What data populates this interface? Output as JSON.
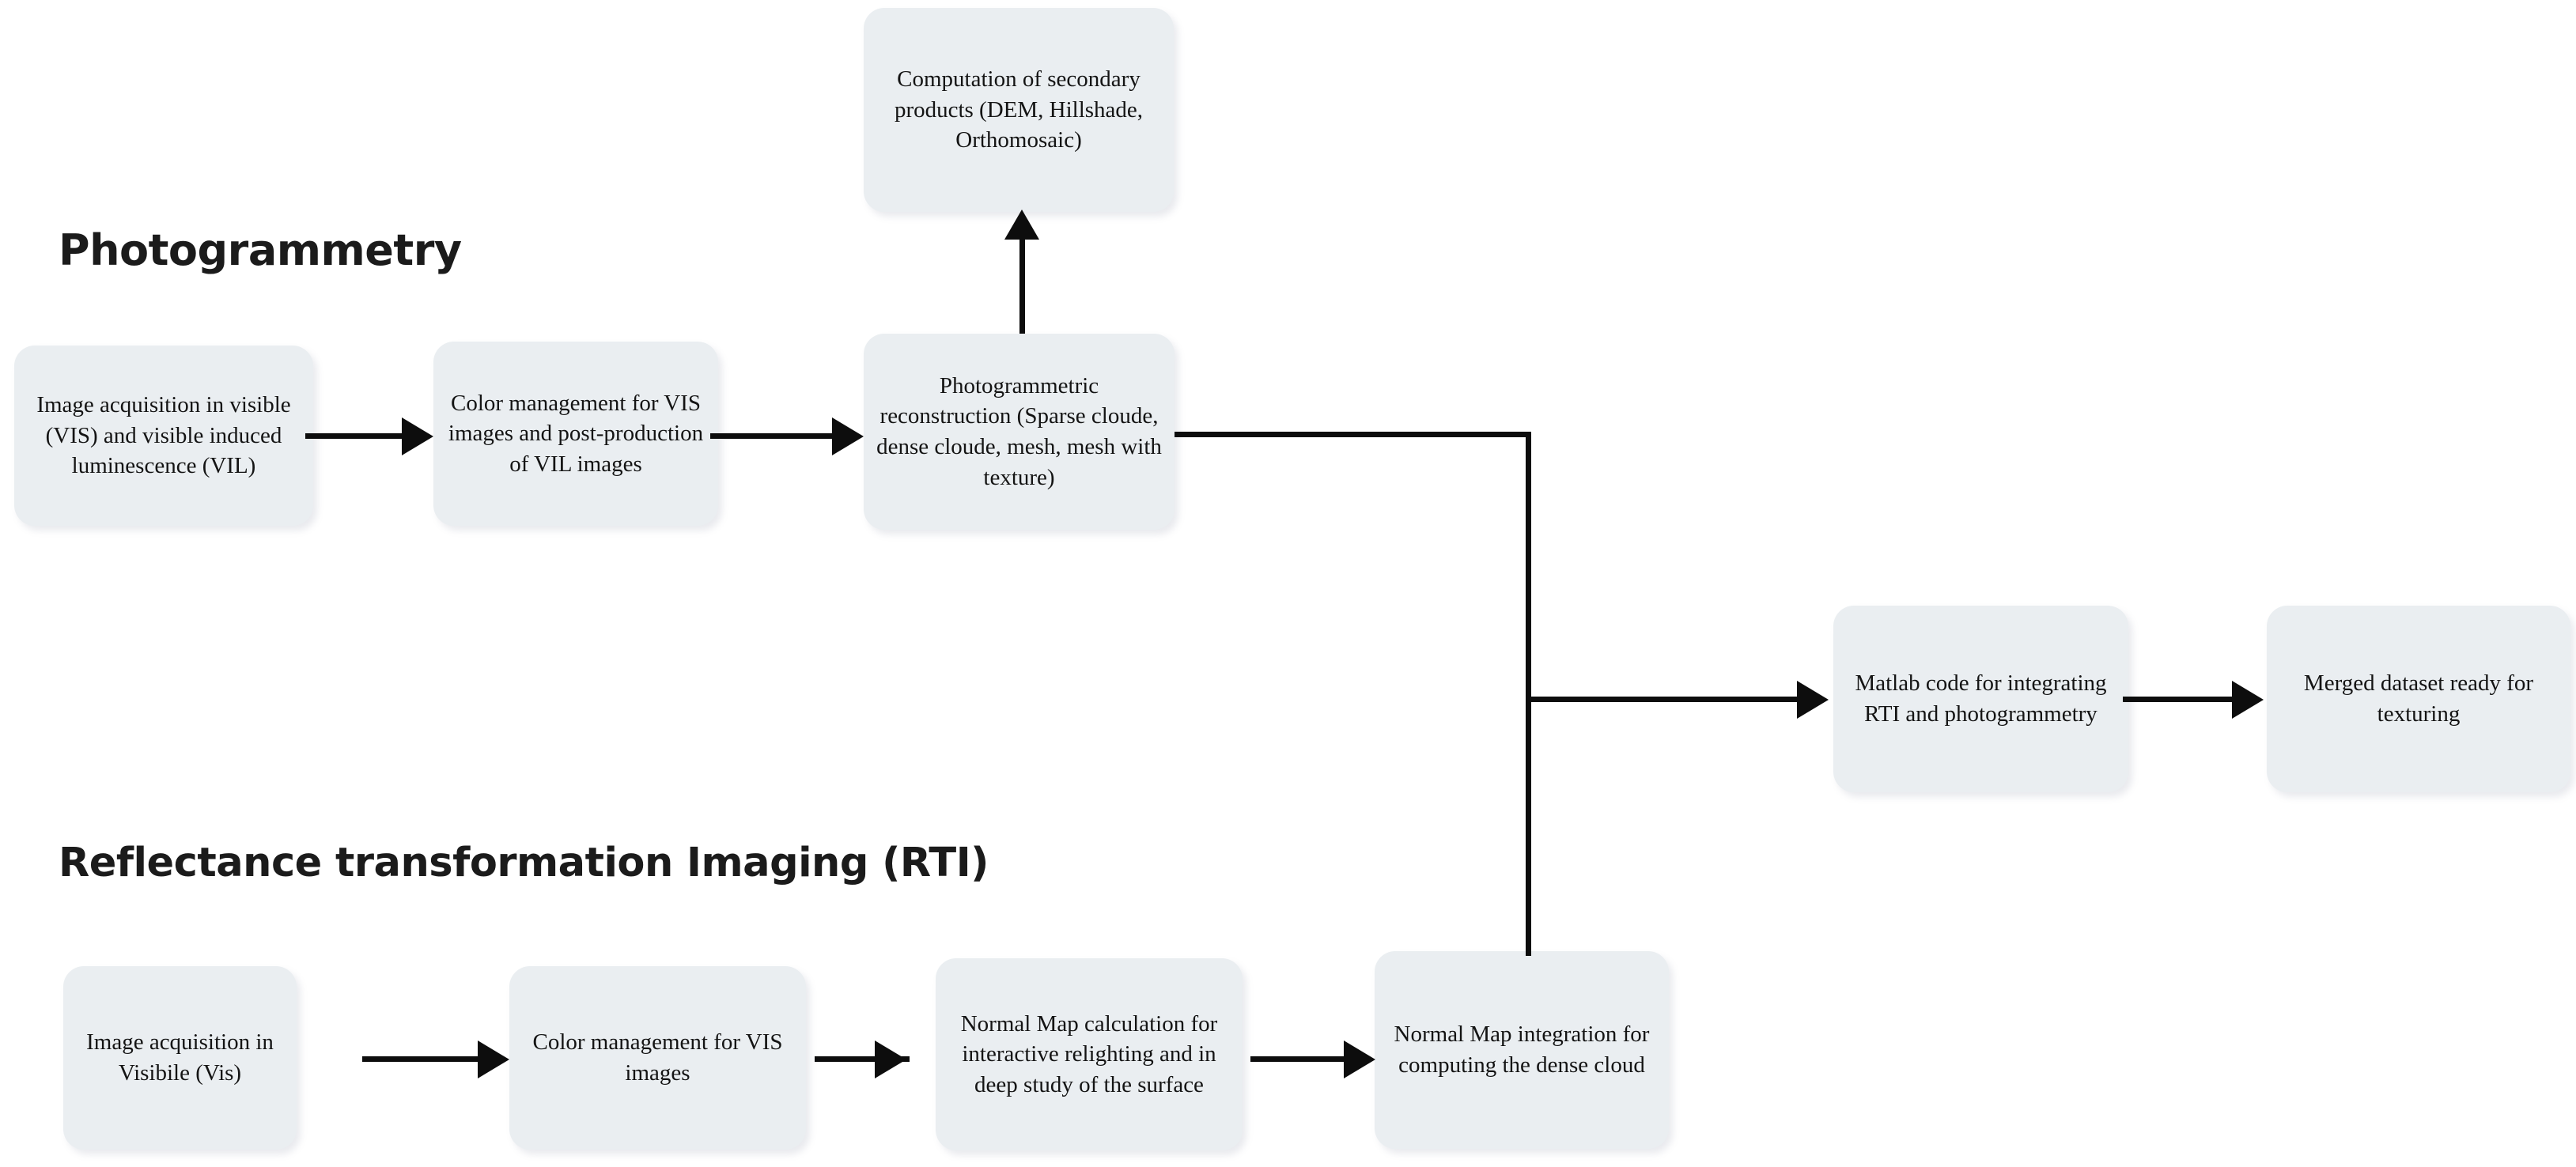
{
  "diagram": {
    "title": "Photogrammetry and RTI integration workflow",
    "background_color": "#ffffff",
    "node_fill_color": "#eaeef1",
    "connector_color": "#0d0d0d",
    "text_color": "#141414"
  },
  "sections": [
    {
      "id": "photogrammetry",
      "heading": "Photogrammetry"
    },
    {
      "id": "rti",
      "heading": "Reflectance transformation Imaging (RTI)"
    }
  ],
  "nodes": {
    "vis_vil_acquisition": "Image acquisition in visible (VIS) and visible induced luminescence (VIL)",
    "color_management_vis_vil": "Color management for VIS images and post-production of VIL images",
    "photogrammetric_reconstruction": "Photogrammetric reconstruction (Sparse cloude, dense cloude, mesh, mesh with texture)",
    "secondary_products": "Computation of secondary products (DEM, Hillshade, Orthomosaic)",
    "matlab_code": "Matlab code for integrating RTI and photogrammetry",
    "merged_dataset": "Merged dataset ready for texturing",
    "rti_acquisition": "Image acquisition in Visibile (Vis)",
    "rti_color_management": "Color management for VIS images",
    "normal_map_calculation": "Normal Map calculation for interactive relighting and in deep study of the surface",
    "normal_map_integration": "Normal Map integration for computing the dense cloud"
  },
  "edges": [
    {
      "id": "e1",
      "from": "vis_vil_acquisition",
      "to": "color_management_vis_vil",
      "type": "arrow-right"
    },
    {
      "id": "e2",
      "from": "color_management_vis_vil",
      "to": "photogrammetric_reconstruction",
      "type": "arrow-right"
    },
    {
      "id": "e3",
      "from": "photogrammetric_reconstruction",
      "to": "secondary_products",
      "type": "arrow-up"
    },
    {
      "id": "e4",
      "from": "photogrammetric_reconstruction",
      "to": "matlab_code",
      "type": "elbow-right"
    },
    {
      "id": "e5",
      "from": "photogrammetric_reconstruction",
      "to": "normal_map_integration",
      "type": "elbow-down"
    },
    {
      "id": "e6",
      "from": "matlab_code",
      "to": "merged_dataset",
      "type": "arrow-right"
    },
    {
      "id": "e7",
      "from": "rti_acquisition",
      "to": "rti_color_management",
      "type": "arrow-right"
    },
    {
      "id": "e8",
      "from": "rti_color_management",
      "to": "normal_map_calculation",
      "type": "arrow-right"
    },
    {
      "id": "e9",
      "from": "normal_map_calculation",
      "to": "normal_map_integration",
      "type": "arrow-right"
    }
  ]
}
